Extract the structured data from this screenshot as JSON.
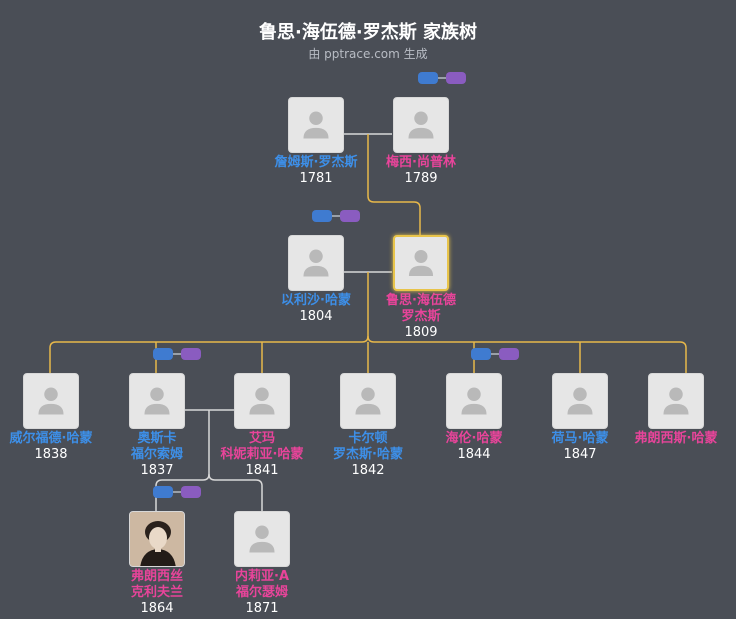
{
  "title": "鲁思·海伍德·罗杰斯 家族树",
  "subtitle": "由 pptrace.com 生成",
  "people": [
    {
      "id": "p1",
      "name": "詹姆斯·罗杰斯",
      "year": "1781",
      "gender": "male"
    },
    {
      "id": "p2",
      "name": "梅西·尚普林",
      "year": "1789",
      "gender": "female"
    },
    {
      "id": "p3",
      "name": "以利沙·哈蒙",
      "year": "1804",
      "gender": "male"
    },
    {
      "id": "p4",
      "name": "鲁思·海伍德\n罗杰斯",
      "year": "1809",
      "gender": "female",
      "focus": true
    },
    {
      "id": "p5",
      "name": "威尔福德·哈蒙",
      "year": "1838",
      "gender": "male"
    },
    {
      "id": "p6",
      "name": "奥斯卡\n福尔索姆",
      "year": "1837",
      "gender": "male"
    },
    {
      "id": "p7",
      "name": "艾玛\n科妮莉亚·哈蒙",
      "year": "1841",
      "gender": "female"
    },
    {
      "id": "p8",
      "name": "卡尔顿\n罗杰斯·哈蒙",
      "year": "1842",
      "gender": "male"
    },
    {
      "id": "p9",
      "name": "海伦·哈蒙",
      "year": "1844",
      "gender": "female"
    },
    {
      "id": "p10",
      "name": "荷马·哈蒙",
      "year": "1847",
      "gender": "male"
    },
    {
      "id": "p11",
      "name": "弗朗西斯·哈蒙",
      "year": "",
      "gender": "female"
    },
    {
      "id": "p12",
      "name": "弗朗西丝\n克利夫兰",
      "year": "1864",
      "gender": "female",
      "photo": true
    },
    {
      "id": "p13",
      "name": "内莉亚·A\n福尔瑟姆",
      "year": "1871",
      "gender": "female"
    }
  ],
  "colors": {
    "background": "#4a4e56",
    "male": "#3d8fe8",
    "female": "#e8449a",
    "focus_border": "#e8c44a",
    "line_gold": "#e8b84a",
    "line_white": "#d8d8d8"
  }
}
